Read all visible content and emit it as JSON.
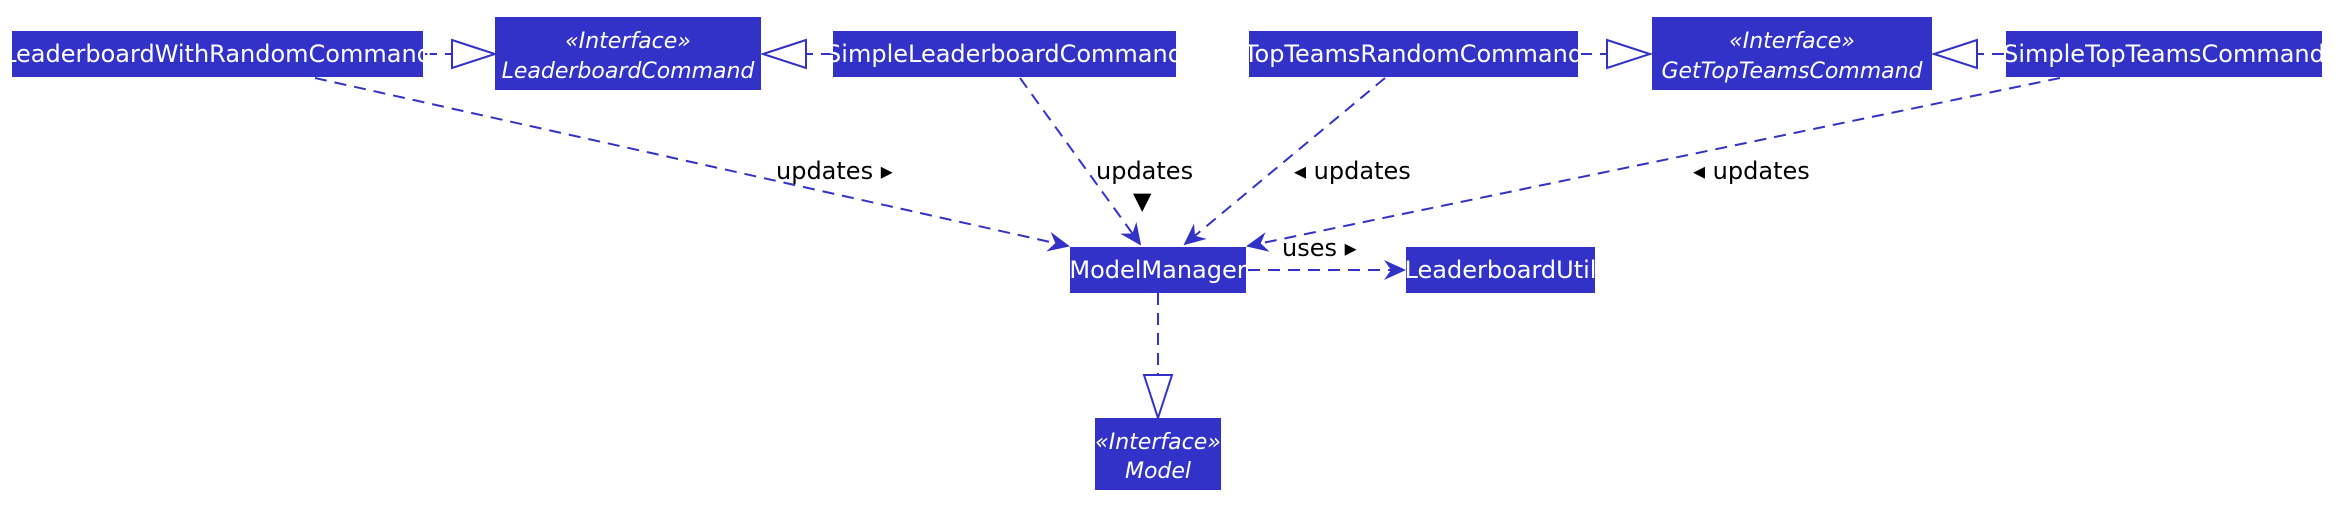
{
  "colors": {
    "box_fill": "#3232C8",
    "line": "#3232C8",
    "text_on_box": "#FFFFFF",
    "label_text": "#000000"
  },
  "nodes": {
    "leaderboard_with_random_command": {
      "name": "LeaderboardWithRandomCommand"
    },
    "leaderboard_command": {
      "stereotype": "«Interface»",
      "name": "LeaderboardCommand"
    },
    "simple_leaderboard_command": {
      "name": "SimpleLeaderboardCommand"
    },
    "top_teams_random_command": {
      "name": "TopTeamsRandomCommand"
    },
    "get_top_teams_command": {
      "stereotype": "«Interface»",
      "name": "GetTopTeamsCommand"
    },
    "simple_top_teams_command": {
      "name": "SimpleTopTeamsCommand"
    },
    "model_manager": {
      "name": "ModelManager"
    },
    "leaderboard_util": {
      "name": "LeaderboardUtil"
    },
    "model": {
      "stereotype": "«Interface»",
      "name": "Model"
    }
  },
  "edge_labels": {
    "lwrc_updates": "updates ▸",
    "slc_updates": "updates",
    "slc_updates_arrow": "▼",
    "ttrc_updates": "◂ updates",
    "sttc_updates": "◂ updates",
    "mm_uses": "uses ▸"
  }
}
